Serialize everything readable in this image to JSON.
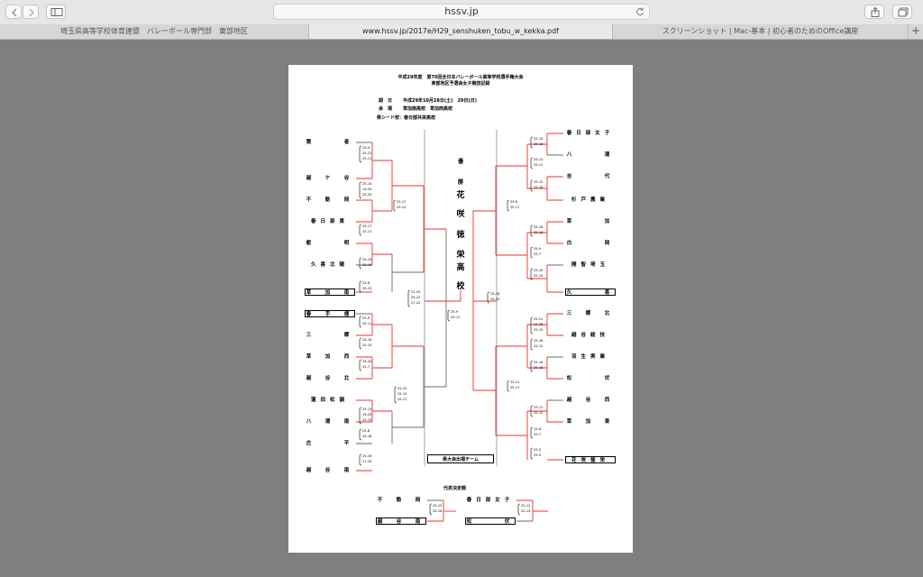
{
  "browser": {
    "url": "hssv.jp",
    "tabs": [
      {
        "label": "埼玉県高等学校体育連盟　バレーボール専門部　東部地区",
        "active": false
      },
      {
        "label": "www.hssv.jp/2017e/H29_senshuken_tobu_w_kekka.pdf",
        "active": true
      },
      {
        "label": "スクリーンショット | Mac-基本 | 初心者のためのOffice講座",
        "active": false
      }
    ],
    "new_tab": "+",
    "icons": [
      "back-icon",
      "forward-icon",
      "sidebar-icon",
      "reload-icon",
      "share-icon",
      "tabs-overview-icon"
    ]
  },
  "doc": {
    "title1": "平成29年度　第70回全日本バレーボール高等学校選手権大会",
    "title2": "東部地区予選会女子競技記録",
    "date_label": "期　日",
    "date": "平成29年10月28日(土)　29日(日)",
    "venue_label": "会　場",
    "venue": "草加南高校　草加西高校",
    "seed": "県シード校：春日部共栄高校",
    "champion_label1": "優",
    "champion_label2": "勝",
    "champion": [
      "花",
      "咲",
      "徳",
      "栄",
      "高",
      "校"
    ],
    "qualifier_label": "県大会出場チーム",
    "playoff_label": "代表決定戦"
  },
  "left_teams": [
    {
      "name": "賢　　　者",
      "boxed": false
    },
    {
      "name": "越　ケ　谷",
      "boxed": false
    },
    {
      "name": "不　動　岡",
      "boxed": false
    },
    {
      "name": "春日部東",
      "boxed": false
    },
    {
      "name": "叡　　　明",
      "boxed": false
    },
    {
      "name": "久喜北陽",
      "boxed": false
    },
    {
      "name": "草　加　南",
      "boxed": true
    },
    {
      "name": "春　手　様",
      "boxed": true
    },
    {
      "name": "三　　　郷",
      "boxed": false
    },
    {
      "name": "草　加　西",
      "boxed": false
    },
    {
      "name": "越　谷　北",
      "boxed": false
    },
    {
      "name": "蓮田松韻",
      "boxed": false
    },
    {
      "name": "八　潮　南",
      "boxed": false
    },
    {
      "name": "庄　　　平",
      "boxed": false
    },
    {
      "name": "越　谷　南",
      "boxed": false
    }
  ],
  "right_teams": [
    {
      "name": "春日部女子",
      "boxed": false
    },
    {
      "name": "八　　　潮",
      "boxed": false
    },
    {
      "name": "吉　　　代",
      "boxed": false
    },
    {
      "name": "杉戸農業",
      "boxed": false
    },
    {
      "name": "草　　　加",
      "boxed": false
    },
    {
      "name": "白　　　岡",
      "boxed": false
    },
    {
      "name": "開智埼玉",
      "boxed": false
    },
    {
      "name": "久　　　喜",
      "boxed": true
    },
    {
      "name": "三　郷　北",
      "boxed": false
    },
    {
      "name": "越谷総技",
      "boxed": false
    },
    {
      "name": "羽生実業",
      "boxed": false
    },
    {
      "name": "松　　　伏",
      "boxed": false
    },
    {
      "name": "越　谷　西",
      "boxed": false
    },
    {
      "name": "草　加　東",
      "boxed": false
    },
    {
      "name": "花咲徳栄",
      "boxed": true
    }
  ],
  "playoff": {
    "left_top": "不　動　岡",
    "left_bottom": "越　谷　南",
    "right_top": "春日部女子",
    "right_bottom": "松　　　伏"
  },
  "scores": {
    "l1": [
      "25-9",
      "25-21",
      "25-11"
    ],
    "l2": [
      "25-14",
      "19-25",
      "25-20"
    ],
    "l3": [
      "25-17",
      "25-12"
    ],
    "l4": [
      "25-17",
      "25-17"
    ],
    "l5": [
      "25-19",
      "25-19"
    ],
    "l6": [
      "25-8",
      "25-23"
    ],
    "l7": [
      "21-25",
      "25-22",
      "27-25"
    ],
    "l8": [
      "25-9",
      "25-11"
    ],
    "l9": [
      "25-18",
      "25-15"
    ],
    "l10": [
      "25-20",
      "25-7"
    ],
    "l11": [
      "25-22",
      "25-13",
      "25-21"
    ],
    "l12": [
      "25-13",
      "19-25",
      "25-23"
    ],
    "l13": [
      "25-8",
      "25-18"
    ],
    "l14": [
      "25-16",
      "27-25"
    ],
    "final": [
      "25-9",
      "25-11"
    ],
    "r1": [
      "25-10",
      "25-18"
    ],
    "r2": [
      "25-12",
      "25-11"
    ],
    "r3": [
      "25-12",
      "25-18"
    ],
    "r4": [
      "25-8",
      "25-17"
    ],
    "r5": [
      "25-16",
      "25-16"
    ],
    "r6": [
      "25-9",
      "25-7"
    ],
    "r7": [
      "25-10",
      "25-14"
    ],
    "r8": [
      "25-16",
      "25-20"
    ],
    "r9": [
      "25-21",
      "11-25",
      "25-15"
    ],
    "r10": [
      "25-16",
      "25-12"
    ],
    "r11": [
      "25-16",
      "25-16"
    ],
    "r12": [
      "25-11",
      "25-17"
    ],
    "r13": [
      "25-12",
      "25-12"
    ],
    "r14": [
      "25-6",
      "25-7"
    ],
    "r15": [
      "25-5",
      "25-9"
    ],
    "p1": [
      "25-15",
      "25-16"
    ],
    "p2": [
      "25-12",
      "25-13"
    ]
  },
  "colors": {
    "win_line": "#e8332f",
    "lose_line": "#6b6b6b",
    "page_bg": "#ffffff",
    "window_bg": "#7f7f7f"
  }
}
